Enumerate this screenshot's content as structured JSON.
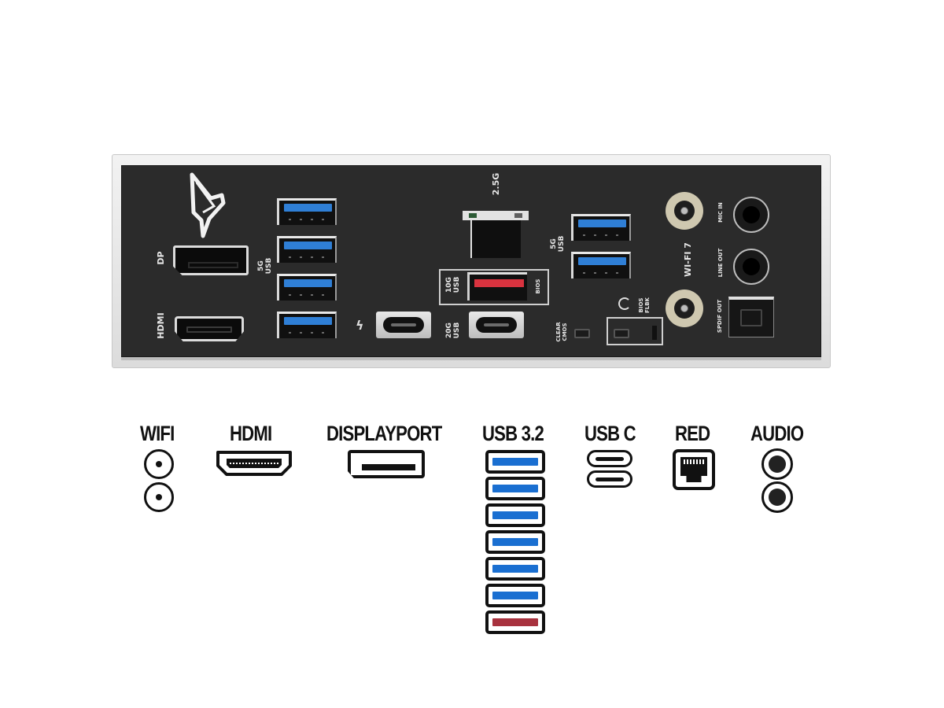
{
  "io_shield": {
    "brand_logo": "rog-eye-logo",
    "labels": {
      "dp": "DP",
      "hdmi": "HDMI",
      "usb_5g_left": "5G\nUSB",
      "lan_speed": "2.5G",
      "usb_10g": "10G\nUSB",
      "bios": "BIOS",
      "usb_20g": "20G\nUSB",
      "usb_5g_right": "5G\nUSB",
      "clear_cmos": "CLEAR\nCMOS",
      "bios_flbk": "BIOS\nFLBK",
      "wifi": "WI-FI 7",
      "mic_in": "MIC IN",
      "line_out": "LINE OUT",
      "spdif_out": "SPDIF OUT",
      "thunderbolt_symbol": "ϟ"
    },
    "ports": {
      "usb_a_blue_left_count": 4,
      "usb_a_blue_right_count": 2,
      "usb_a_red_bios_count": 1,
      "usb_c_count": 2,
      "rj45_count": 1,
      "wifi_antenna_count": 2,
      "audio_jack_count": 2,
      "spdif_count": 1
    },
    "colors": {
      "panel": "#2b2b2b",
      "frame": "#e6e6e6",
      "usb_blue": "#2f7fd6",
      "usb_red": "#d9333f",
      "antenna_ring": "#cfc8b0"
    }
  },
  "legend": {
    "items": [
      {
        "label": "WIFI",
        "icon": "wifi-antenna-icon",
        "count": 2
      },
      {
        "label": "HDMI",
        "icon": "hdmi-icon",
        "count": 1
      },
      {
        "label": "DISPLAYPORT",
        "icon": "displayport-icon",
        "count": 1
      },
      {
        "label": "USB 3.2",
        "icon": "usb-a-icon",
        "count": 7,
        "colors": [
          "#1a6fd1",
          "#1a6fd1",
          "#1a6fd1",
          "#1a6fd1",
          "#1a6fd1",
          "#1a6fd1",
          "#a8323e"
        ]
      },
      {
        "label": "USB C",
        "icon": "usb-c-icon",
        "count": 2
      },
      {
        "label": "RED",
        "icon": "ethernet-icon",
        "count": 1
      },
      {
        "label": "AUDIO",
        "icon": "audio-jack-icon",
        "count": 2
      }
    ]
  }
}
